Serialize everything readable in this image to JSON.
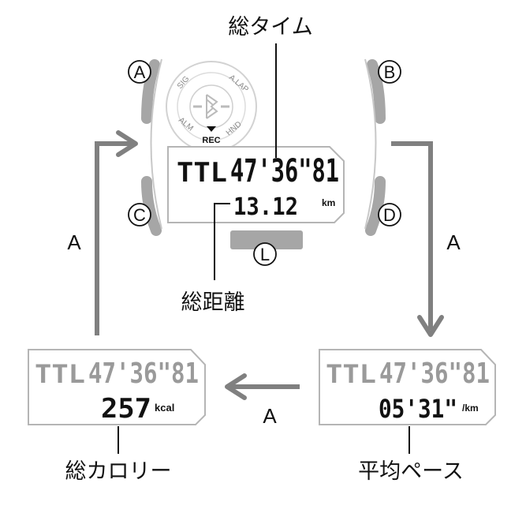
{
  "labels": {
    "total_time": "総タイム",
    "total_distance": "総距離",
    "total_calories": "総カロリー",
    "average_pace": "平均ペース"
  },
  "buttons": {
    "a": "A",
    "b": "B",
    "c": "C",
    "d": "D",
    "l": "L"
  },
  "arrow_label": "A",
  "bezel": {
    "sig": "SIG",
    "alap": "A.LAP",
    "alm": "ALM",
    "hnd": "HND",
    "rec": "REC"
  },
  "display_main": {
    "prefix": "TTL",
    "time": "47'36\"81",
    "distance": "13.12",
    "distance_unit": "km"
  },
  "display_calories": {
    "prefix": "TTL",
    "time": "47'36\"81",
    "value": "257",
    "unit": "kcal"
  },
  "display_pace": {
    "prefix": "TTL",
    "time": "47'36\"81",
    "value": "05'31\"",
    "unit": "/km"
  }
}
